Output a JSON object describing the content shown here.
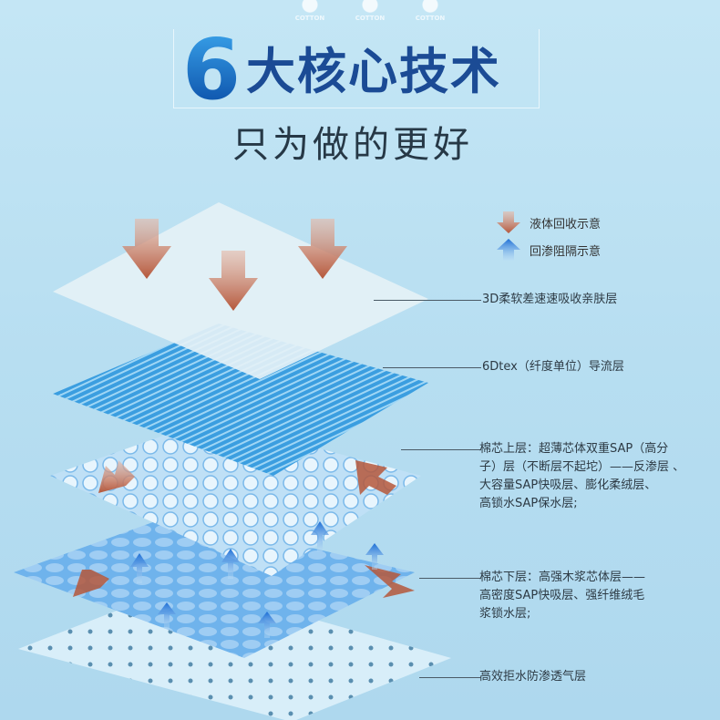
{
  "logos": [
    "COTTON",
    "COTTON",
    "COTTON"
  ],
  "header": {
    "number": "6",
    "title": "大核心技术",
    "subtitle": "只为做的更好"
  },
  "legend": [
    {
      "icon": "down-arrow-icon",
      "color": "#b5573b",
      "label": "液体回收示意"
    },
    {
      "icon": "up-arrow-icon",
      "color": "#1e6fd6",
      "label": "回渗阻隔示意"
    }
  ],
  "layers": [
    {
      "lines": [
        "3D柔软差速速吸收亲肤层"
      ]
    },
    {
      "lines": [
        "6Dtex（纤度单位）导流层"
      ]
    },
    {
      "lines": [
        "棉芯上层：超薄芯体双重SAP（高分",
        "子）层（不断层不起坨）——反渗层 、",
        "大容量SAP快吸层、膨化柔绒层、",
        "高锁水SAP保水层;"
      ]
    },
    {
      "lines": [
        "棉芯下层：高强木浆芯体层——",
        "高密度SAP快吸层、强纤维绒毛",
        "浆锁水层;"
      ]
    },
    {
      "lines": [
        "高效拒水防渗透气层"
      ]
    }
  ]
}
